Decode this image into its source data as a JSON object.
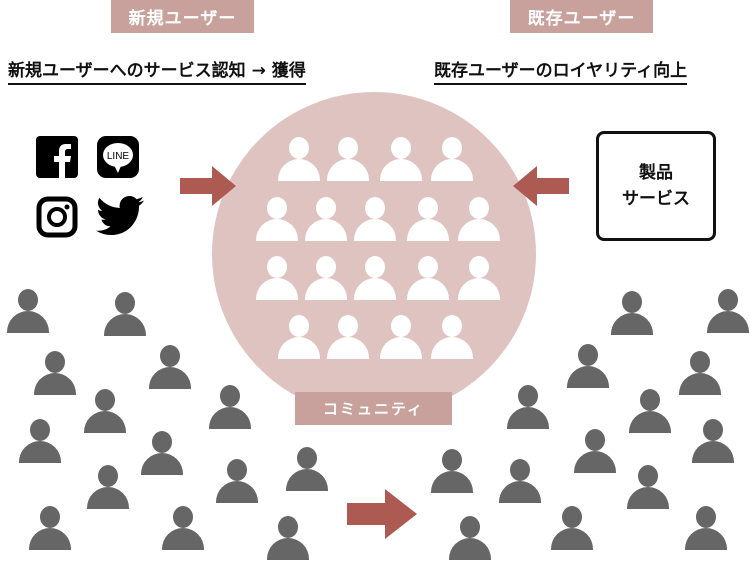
{
  "labels": {
    "new_users": "新規ユーザー",
    "existing_users": "既存ユーザー",
    "new_users_heading": "新規ユーザーへのサービス認知 → 獲得",
    "existing_users_heading": "既存ユーザーのロイヤリティ向上",
    "community": "コミュニティ",
    "product_line1": "製品",
    "product_line2": "サービス"
  },
  "icons": [
    "facebook-icon",
    "line-icon",
    "instagram-icon",
    "twitter-icon"
  ],
  "line_icon_text": "LINE",
  "colors": {
    "tag": "#c9a19c",
    "circle": "#dfc3c0",
    "arrow": "#ad5a52",
    "person": "#666666"
  }
}
